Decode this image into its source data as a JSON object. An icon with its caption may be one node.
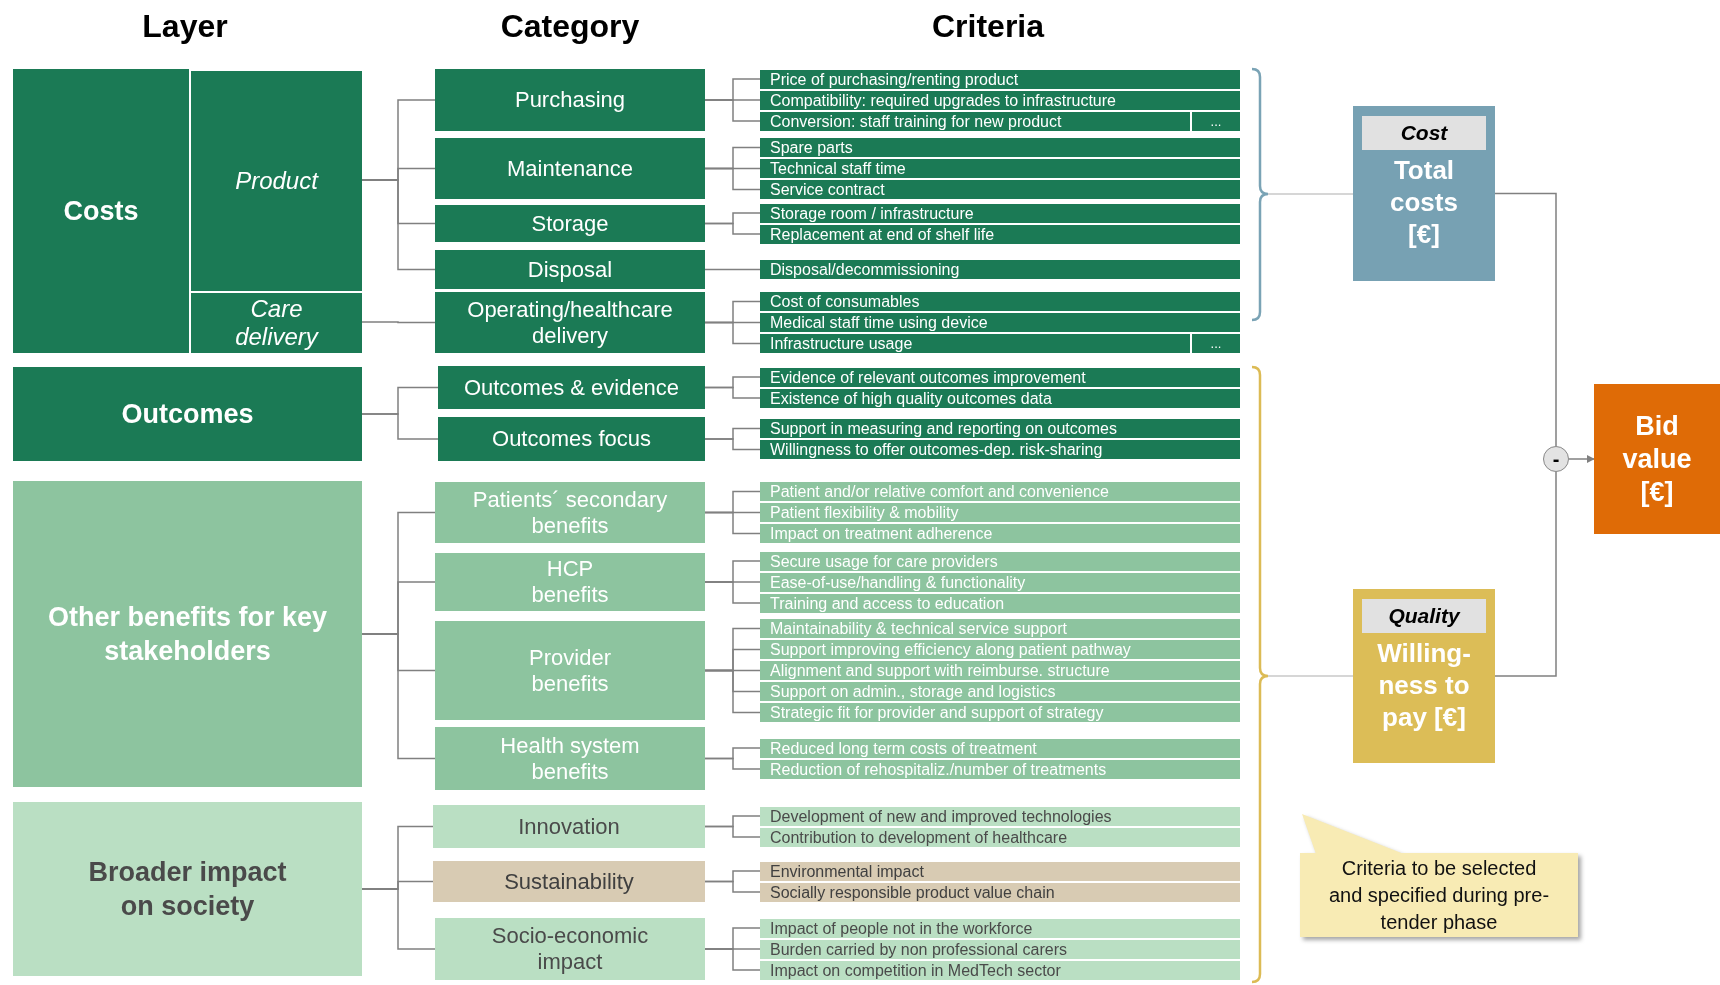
{
  "diagram": {
    "nodes": [
      {
        "text": [
          "Costs"
        ]
      },
      {
        "text": [
          "Product"
        ]
      },
      {
        "text": [
          "Care delivery"
        ]
      },
      {
        "text": [
          "Outcomes"
        ]
      },
      {
        "text": [
          "Other benefits for key stakeholders"
        ]
      },
      {
        "text": [
          "Broader impact on society"
        ]
      },
      {
        "text": [
          "Purchasing"
        ]
      },
      {
        "text": [
          "Maintenance"
        ]
      },
      {
        "text": [
          "Storage"
        ]
      },
      {
        "text": [
          "Disposal"
        ]
      },
      {
        "text": [
          "Operating/healthcare delivery"
        ]
      },
      {
        "text": [
          "Outcomes & evidence"
        ]
      },
      {
        "text": [
          "Outcomes focus"
        ]
      },
      {
        "text": [
          "Patients´ secondary benefits"
        ]
      },
      {
        "text": [
          "HCP benefits"
        ]
      },
      {
        "text": [
          "Provider benefits"
        ]
      },
      {
        "text": [
          "Health system benefits"
        ]
      },
      {
        "text": [
          "Innovation"
        ]
      },
      {
        "text": [
          "Sustainability"
        ]
      },
      {
        "text": [
          "Socio-economic impact"
        ]
      },
      {
        "text": [
          "Price of purchasing/renting product"
        ]
      },
      {
        "text": [
          "Compatibility: required upgrades to infrastructure"
        ]
      },
      {
        "text": [
          "Conversion: staff training for new product",
          "..."
        ]
      },
      {
        "text": [
          "Spare parts"
        ]
      },
      {
        "text": [
          "Technical staff time"
        ]
      },
      {
        "text": [
          "Service contract"
        ]
      },
      {
        "text": [
          "Storage room / infrastructure"
        ]
      },
      {
        "text": [
          "Replacement at end of shelf life"
        ]
      },
      {
        "text": [
          "Disposal/decommissioning"
        ]
      },
      {
        "text": [
          "Cost of consumables"
        ]
      },
      {
        "text": [
          "Medical staff time using device"
        ]
      },
      {
        "text": [
          "Infrastructure usage",
          "..."
        ]
      },
      {
        "text": [
          "Evidence of relevant outcomes improvement"
        ]
      },
      {
        "text": [
          "Existence of high quality outcomes data"
        ]
      },
      {
        "text": [
          "Support in measuring and reporting on outcomes"
        ]
      },
      {
        "text": [
          "Willingness to offer outcomes-dep. risk-sharing"
        ]
      },
      {
        "text": [
          "Patient and/or relative comfort and convenience"
        ]
      },
      {
        "text": [
          "Patient flexibility & mobility"
        ]
      },
      {
        "text": [
          "Impact on treatment adherence"
        ]
      },
      {
        "text": [
          "Secure usage for care providers"
        ]
      },
      {
        "text": [
          "Ease-of-use/handling & functionality"
        ]
      },
      {
        "text": [
          "Training and access to education"
        ]
      },
      {
        "text": [
          "Maintainability & technical service support"
        ]
      },
      {
        "text": [
          "Support improving efficiency along patient pathway"
        ]
      },
      {
        "text": [
          "Alignment and support with reimburse. structure"
        ]
      },
      {
        "text": [
          "Support on admin., storage and logistics"
        ]
      },
      {
        "text": [
          "Strategic fit for provider and support of strategy"
        ]
      },
      {
        "text": [
          "Reduced long term costs of treatment"
        ]
      },
      {
        "text": [
          "Reduction of rehospitaliz./number of treatments"
        ]
      },
      {
        "text": [
          "Development of new and improved technologies"
        ]
      },
      {
        "text": [
          "Contribution to development of healthcare"
        ]
      },
      {
        "text": [
          "Environmental impact"
        ]
      },
      {
        "text": [
          "Socially responsible product value chain"
        ]
      },
      {
        "text": [
          "Impact of people not in the workforce"
        ]
      },
      {
        "text": [
          "Burden carried by non professional carers"
        ]
      },
      {
        "text": [
          "Impact on competition in MedTech sector"
        ]
      },
      {
        "text": [
          "Cost",
          "Total costs [€]"
        ]
      },
      {
        "text": [
          "Quality",
          "Willing- ness to pay [€]"
        ]
      },
      {
        "text": [
          "-"
        ]
      },
      {
        "text": [
          "Bid value [€]"
        ]
      },
      {
        "text": [
          "Criteria to be selected and specified during pre-tender phase"
        ]
      }
    ],
    "edges": [
      {
        "from": 1,
        "to": 6,
        "arrow": "none"
      },
      {
        "from": 1,
        "to": 7,
        "arrow": "none"
      },
      {
        "from": 1,
        "to": 8,
        "arrow": "none"
      },
      {
        "from": 1,
        "to": 9,
        "arrow": "none"
      },
      {
        "from": 2,
        "to": 10,
        "arrow": "none"
      },
      {
        "from": 3,
        "to": 11,
        "arrow": "none"
      },
      {
        "from": 3,
        "to": 12,
        "arrow": "none"
      },
      {
        "from": 4,
        "to": 13,
        "arrow": "none"
      },
      {
        "from": 4,
        "to": 14,
        "arrow": "none"
      },
      {
        "from": 4,
        "to": 15,
        "arrow": "none"
      },
      {
        "from": 4,
        "to": 16,
        "arrow": "none"
      },
      {
        "from": 5,
        "to": 17,
        "arrow": "none"
      },
      {
        "from": 5,
        "to": 18,
        "arrow": "none"
      },
      {
        "from": 5,
        "to": 19,
        "arrow": "none"
      },
      {
        "from": 6,
        "to": 20,
        "arrow": "none"
      },
      {
        "from": 6,
        "to": 21,
        "arrow": "none"
      },
      {
        "from": 6,
        "to": 22,
        "arrow": "none"
      },
      {
        "from": 7,
        "to": 23,
        "arrow": "none"
      },
      {
        "from": 7,
        "to": 24,
        "arrow": "none"
      },
      {
        "from": 7,
        "to": 25,
        "arrow": "none"
      },
      {
        "from": 8,
        "to": 26,
        "arrow": "none"
      },
      {
        "from": 8,
        "to": 27,
        "arrow": "none"
      },
      {
        "from": 9,
        "to": 28,
        "arrow": "none"
      },
      {
        "from": 10,
        "to": 29,
        "arrow": "none"
      },
      {
        "from": 10,
        "to": 30,
        "arrow": "none"
      },
      {
        "from": 10,
        "to": 31,
        "arrow": "none"
      },
      {
        "from": 11,
        "to": 32,
        "arrow": "none"
      },
      {
        "from": 11,
        "to": 33,
        "arrow": "none"
      },
      {
        "from": 12,
        "to": 34,
        "arrow": "none"
      },
      {
        "from": 12,
        "to": 35,
        "arrow": "none"
      },
      {
        "from": 13,
        "to": 36,
        "arrow": "none"
      },
      {
        "from": 13,
        "to": 37,
        "arrow": "none"
      },
      {
        "from": 13,
        "to": 38,
        "arrow": "none"
      },
      {
        "from": 14,
        "to": 39,
        "arrow": "none"
      },
      {
        "from": 14,
        "to": 40,
        "arrow": "none"
      },
      {
        "from": 14,
        "to": 41,
        "arrow": "none"
      },
      {
        "from": 15,
        "to": 42,
        "arrow": "none"
      },
      {
        "from": 15,
        "to": 43,
        "arrow": "none"
      },
      {
        "from": 15,
        "to": 44,
        "arrow": "none"
      },
      {
        "from": 15,
        "to": 45,
        "arrow": "none"
      },
      {
        "from": 15,
        "to": 46,
        "arrow": "none"
      },
      {
        "from": 16,
        "to": 47,
        "arrow": "none"
      },
      {
        "from": 16,
        "to": 48,
        "arrow": "none"
      },
      {
        "from": 17,
        "to": 49,
        "arrow": "none"
      },
      {
        "from": 17,
        "to": 50,
        "arrow": "none"
      },
      {
        "from": 18,
        "to": 51,
        "arrow": "none"
      },
      {
        "from": 18,
        "to": 52,
        "arrow": "none"
      },
      {
        "from": 19,
        "to": 53,
        "arrow": "none"
      },
      {
        "from": 19,
        "to": 54,
        "arrow": "none"
      },
      {
        "from": 19,
        "to": 55,
        "arrow": "none"
      },
      {
        "from": null,
        "to": 56,
        "arrow": "none",
        "color": "#c8c8c8"
      },
      {
        "from": null,
        "to": 57,
        "arrow": "none",
        "color": "#c8c8c8"
      },
      {
        "from": 56,
        "to": 58,
        "arrow": "none"
      },
      {
        "from": 57,
        "to": 58,
        "arrow": "none"
      },
      {
        "from": 58,
        "to": 59,
        "arrow": "to"
      }
    ],
    "labels": [
      "Layer",
      "Category",
      "Criteria"
    ]
  }
}
